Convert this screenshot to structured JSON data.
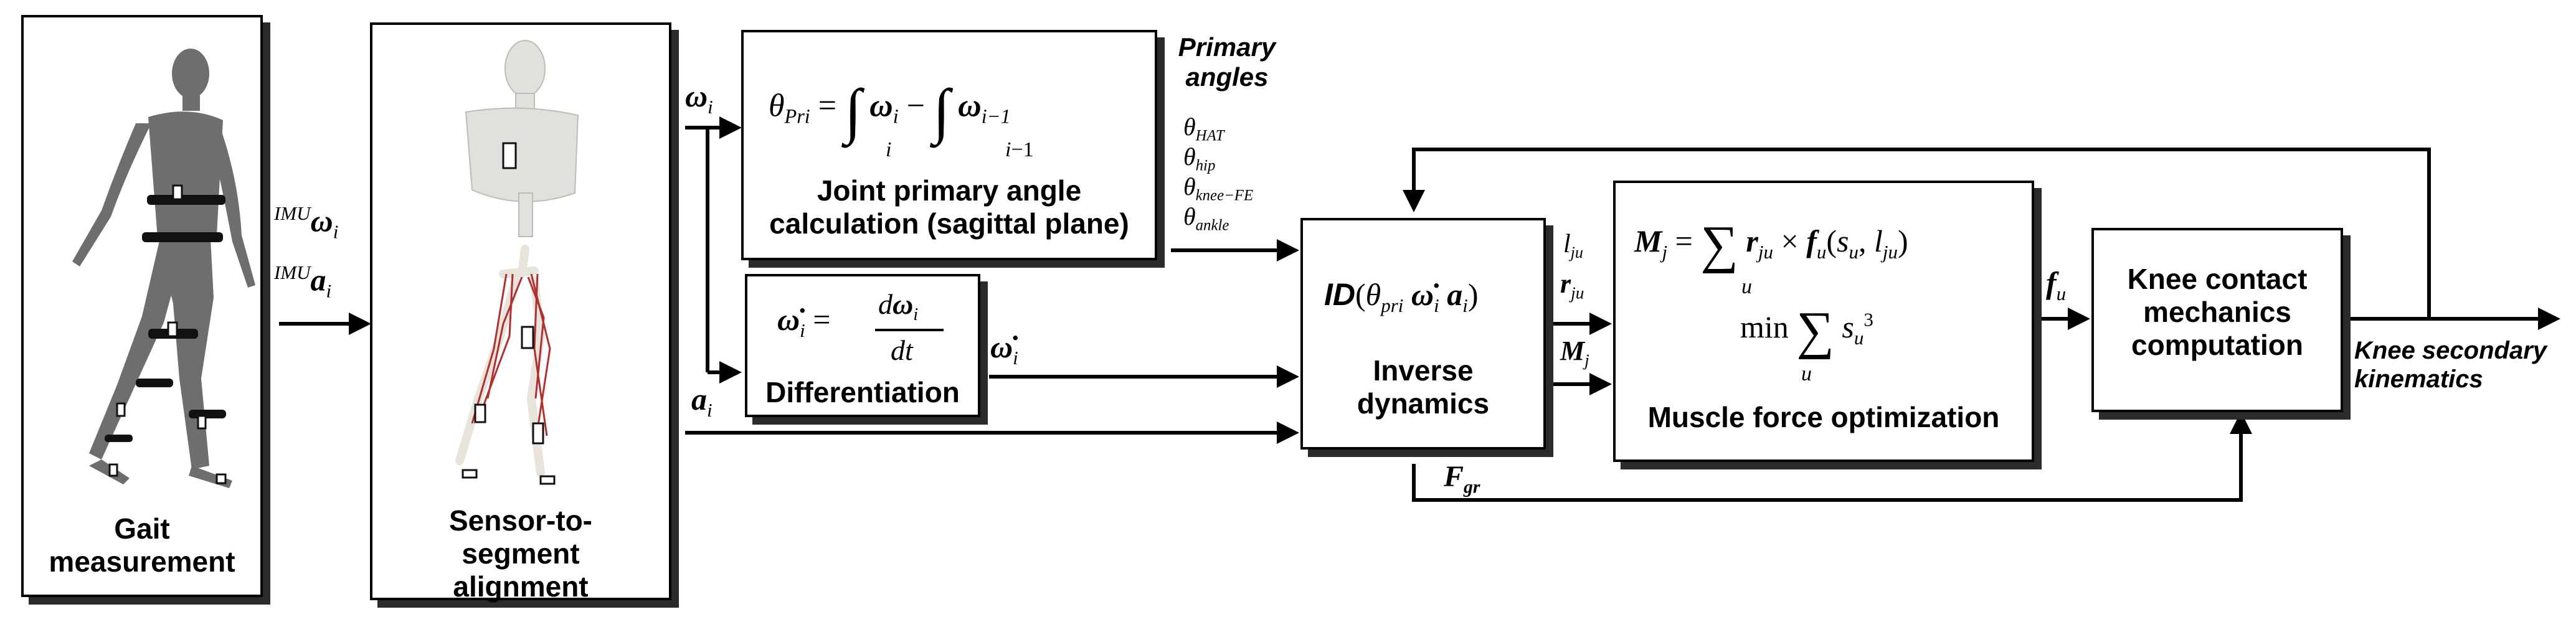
{
  "blocks": {
    "gait": "Gait\nmeasurement",
    "sensor": "Sensor-to-\nsegment\nalignment",
    "joint": "Joint primary angle\ncalculation (sagittal plane)",
    "diff": "Differentiation",
    "inverse": "Inverse\ndynamics",
    "muscle": "Muscle force optimization",
    "knee": "Knee contact\nmechanics\ncomputation"
  },
  "annotations": {
    "primary_angles": "Primary\nangles",
    "knee_secondary": "Knee secondary\nkinematics"
  },
  "angle_labels": [
    "HAT",
    "hip",
    "knee−FE",
    "ankle"
  ],
  "colors": {
    "stroke": "#000000",
    "shadow": "#2b2b2b",
    "body": "#6e6e6e",
    "bone": "#e8e4dc",
    "muscle": "#b03030"
  }
}
